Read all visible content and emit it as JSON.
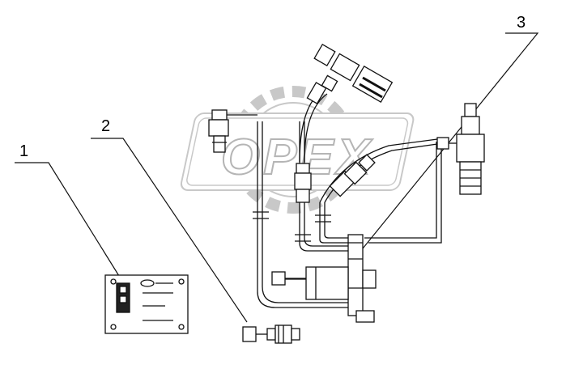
{
  "watermark": {
    "text": "OPEX",
    "color": "#c8c8c8"
  },
  "callouts": [
    {
      "label": "1"
    },
    {
      "label": "2"
    },
    {
      "label": "3"
    }
  ],
  "colors": {
    "line": "#111111",
    "background": "#ffffff"
  }
}
